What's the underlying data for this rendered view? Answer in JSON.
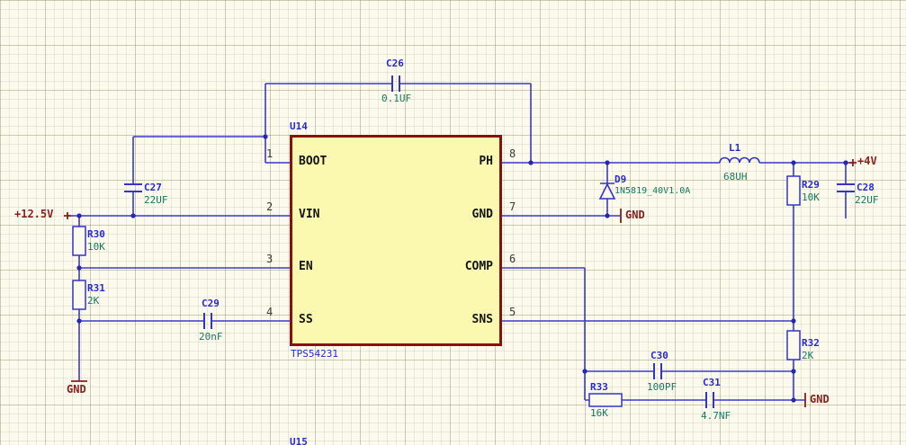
{
  "colors": {
    "background": "#fbfaec",
    "wire": "#3a3ad0",
    "component_outline": "#3434c6",
    "junction": "#2626b4",
    "designator": "#2a2ad2",
    "value": "#157a62",
    "power_net": "#8b1e1e",
    "ic_fill": "#fbf9b0",
    "ic_border": "#8b0f0f",
    "pin_text": "#141414",
    "pin_number": "#3c3c3c"
  },
  "ic": {
    "designator": "U14",
    "part": "TPS54231",
    "pins_left": [
      {
        "num": "1",
        "name": "BOOT"
      },
      {
        "num": "2",
        "name": "VIN"
      },
      {
        "num": "3",
        "name": "EN"
      },
      {
        "num": "4",
        "name": "SS"
      }
    ],
    "pins_right": [
      {
        "num": "8",
        "name": "PH"
      },
      {
        "num": "7",
        "name": "GND"
      },
      {
        "num": "6",
        "name": "COMP"
      },
      {
        "num": "5",
        "name": "SNS"
      }
    ]
  },
  "components": {
    "C26": {
      "designator": "C26",
      "value": "0.1UF"
    },
    "C27": {
      "designator": "C27",
      "value": "22UF"
    },
    "C28": {
      "designator": "C28",
      "value": "22UF"
    },
    "C29": {
      "designator": "C29",
      "value": "20nF"
    },
    "C30": {
      "designator": "C30",
      "value": "100PF"
    },
    "C31": {
      "designator": "C31",
      "value": "4.7NF"
    },
    "R29": {
      "designator": "R29",
      "value": "10K"
    },
    "R30": {
      "designator": "R30",
      "value": "10K"
    },
    "R31": {
      "designator": "R31",
      "value": "2K"
    },
    "R32": {
      "designator": "R32",
      "value": "2K"
    },
    "R33": {
      "designator": "R33",
      "value": "16K"
    },
    "L1": {
      "designator": "L1",
      "value": "68UH"
    },
    "D9": {
      "designator": "D9",
      "value": "1N5819_40V1.0A"
    }
  },
  "power_nets": {
    "input": "+12.5V",
    "output": "+4V",
    "ground": "GND"
  },
  "partial": {
    "next_designator": "U15"
  }
}
